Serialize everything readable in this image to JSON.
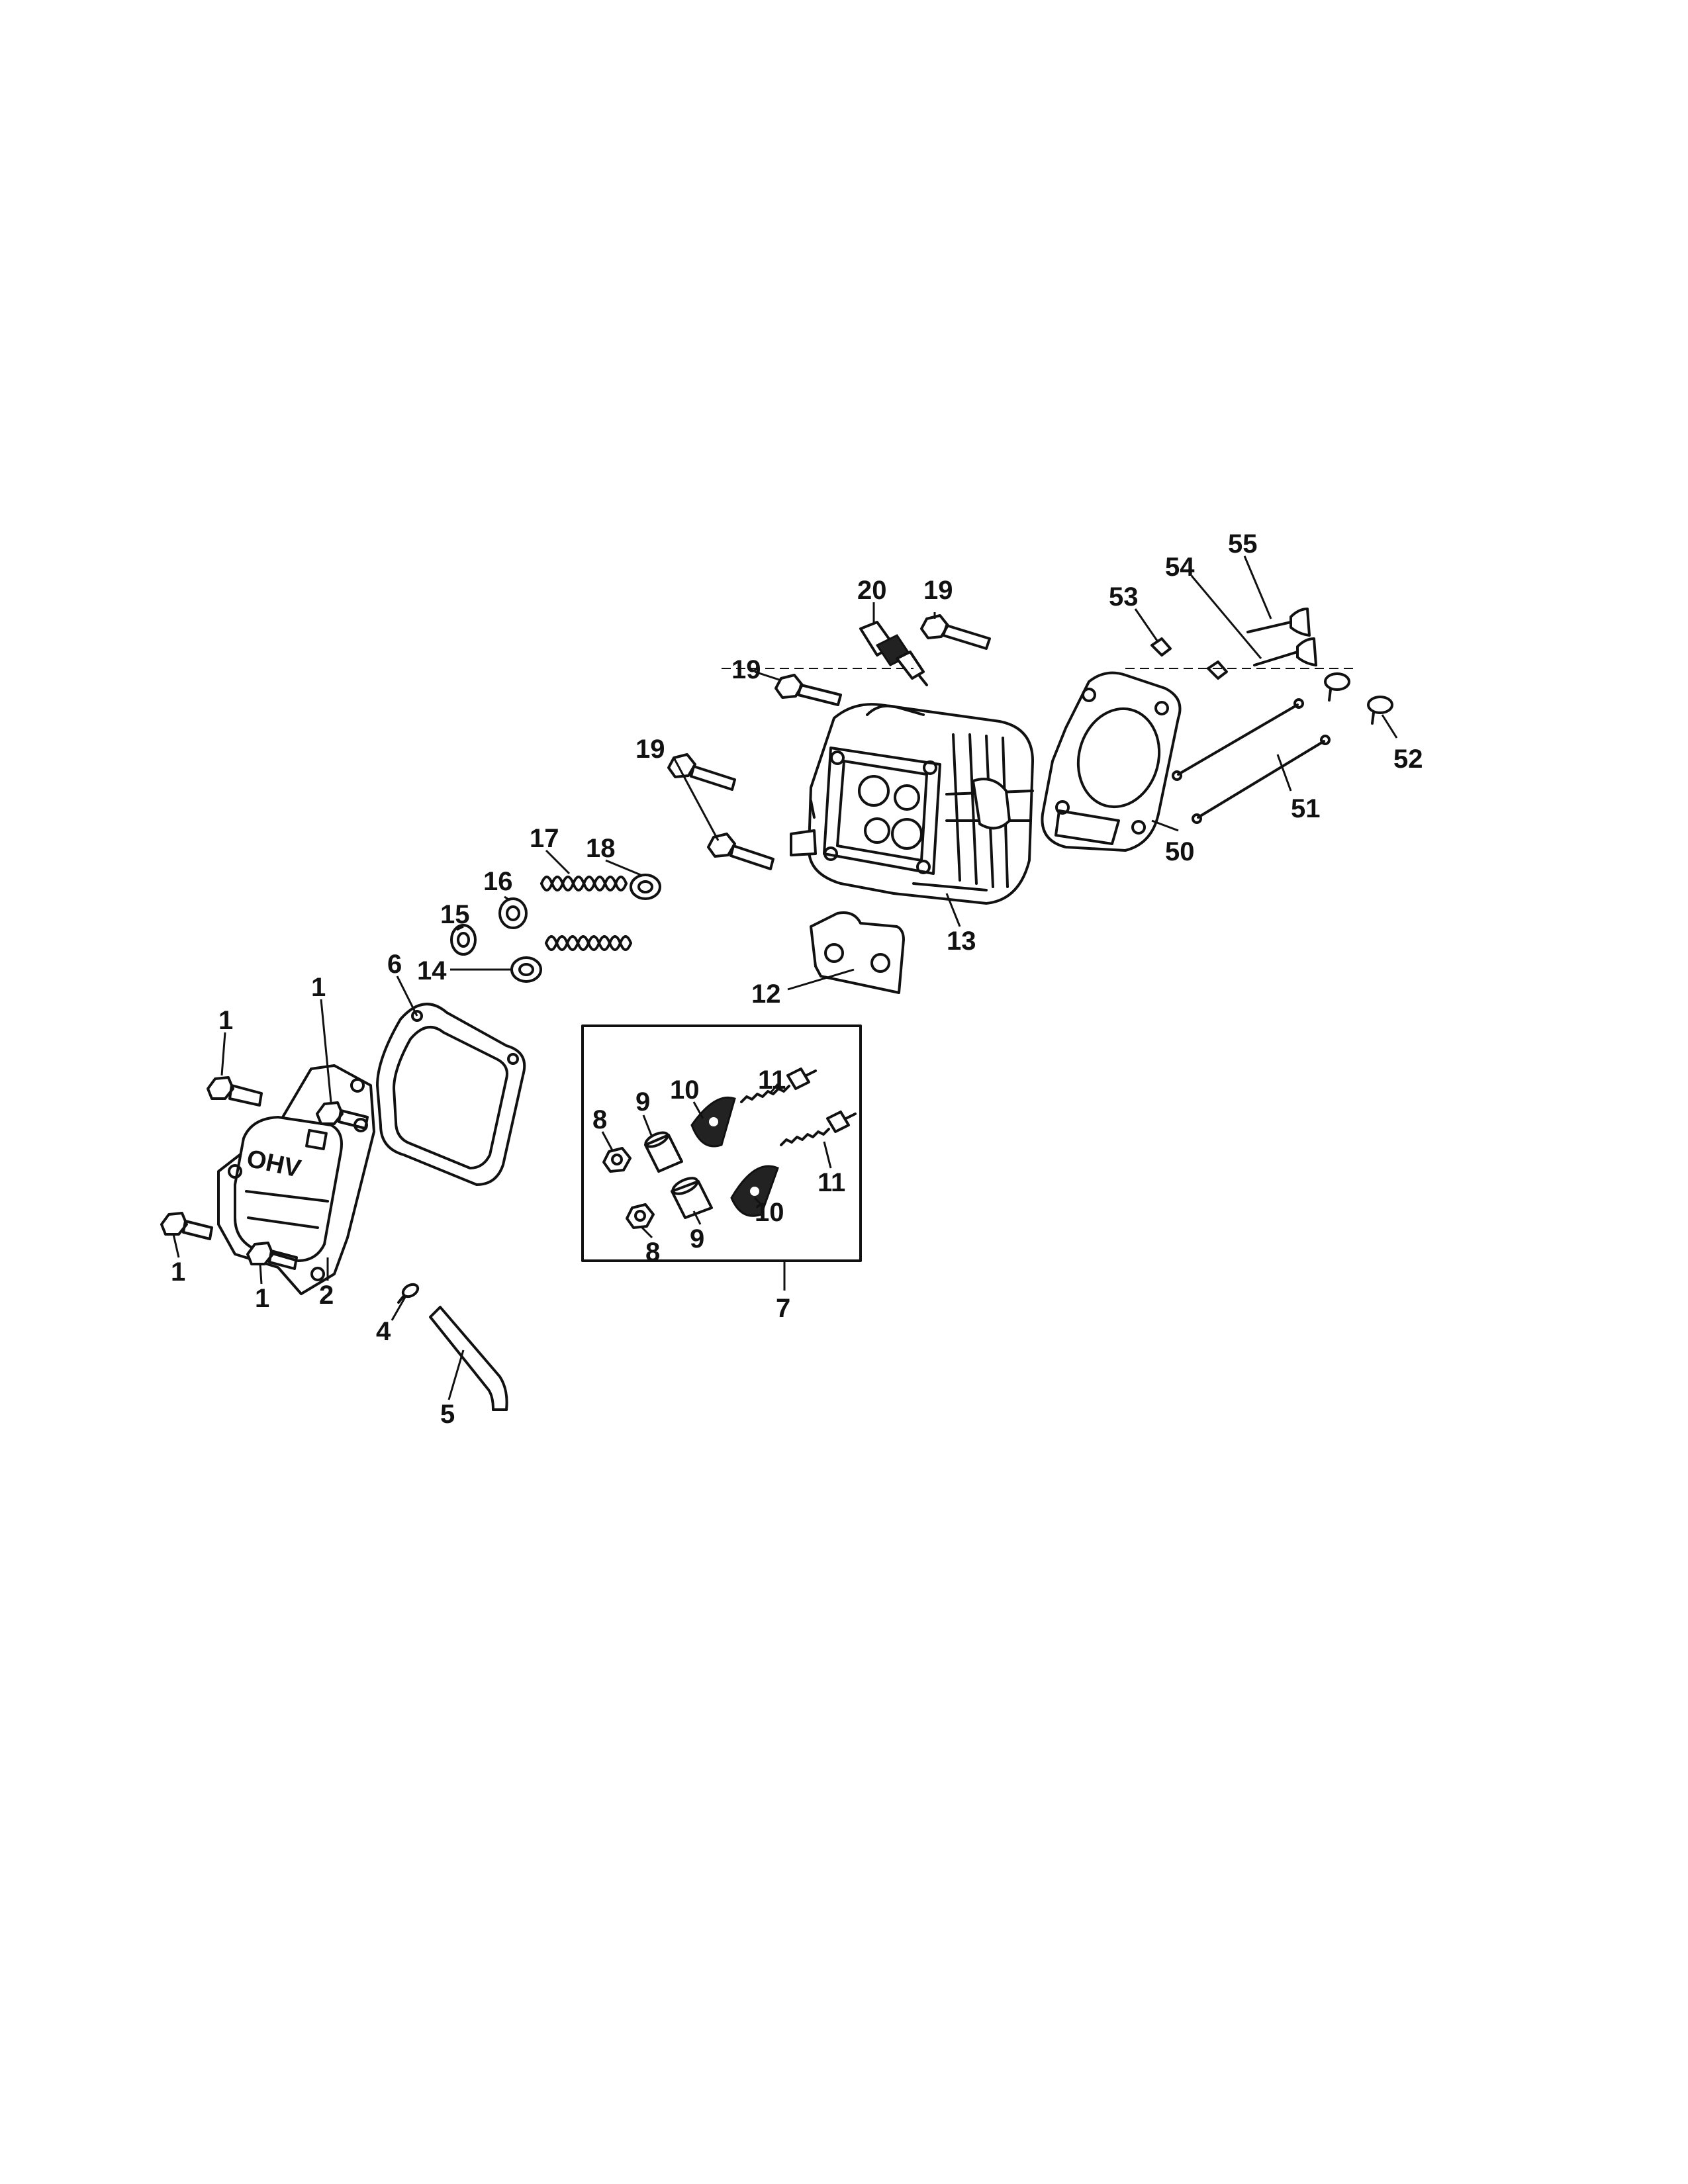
{
  "diagram": {
    "stamp_text": "OHV",
    "callouts": {
      "c1a": "1",
      "c1b": "1",
      "c1c": "1",
      "c1d": "1",
      "c2": "2",
      "c4": "4",
      "c5": "5",
      "c6": "6",
      "c7": "7",
      "c8a": "8",
      "c8b": "8",
      "c9a": "9",
      "c9b": "9",
      "c10a": "10",
      "c10b": "10",
      "c11a": "11",
      "c11b": "11",
      "c12": "12",
      "c13": "13",
      "c14": "14",
      "c15": "15",
      "c16": "16",
      "c17": "17",
      "c18": "18",
      "c19a": "19",
      "c19b": "19",
      "c19c": "19",
      "c20": "20",
      "c50": "50",
      "c51": "51",
      "c52": "52",
      "c53": "53",
      "c54": "54",
      "c55": "55"
    }
  }
}
